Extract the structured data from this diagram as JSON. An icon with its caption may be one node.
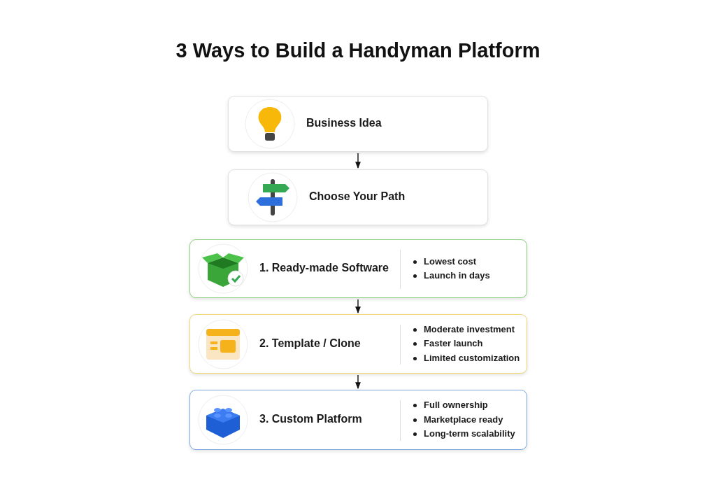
{
  "diagram": {
    "title": "3 Ways to Build a Handyman Platform",
    "nodes": [
      {
        "text": [
          "Business Idea"
        ]
      },
      {
        "text": [
          "Choose Your Path"
        ]
      },
      {
        "text": [
          "1. Ready-made Software",
          "Lowest cost",
          "Launch in days"
        ]
      },
      {
        "text": [
          "2. Template / Clone",
          "Moderate investment",
          "Faster launch",
          "Limited customization"
        ]
      },
      {
        "text": [
          "3. Custom Platform",
          "Full ownership",
          "Marketplace ready",
          "Long-term scalability"
        ]
      }
    ],
    "edges": [
      {
        "from": 0,
        "to": 1,
        "arrow": "to"
      },
      {
        "from": 2,
        "to": 3,
        "arrow": "to"
      },
      {
        "from": 3,
        "to": 4,
        "arrow": "to"
      }
    ]
  }
}
